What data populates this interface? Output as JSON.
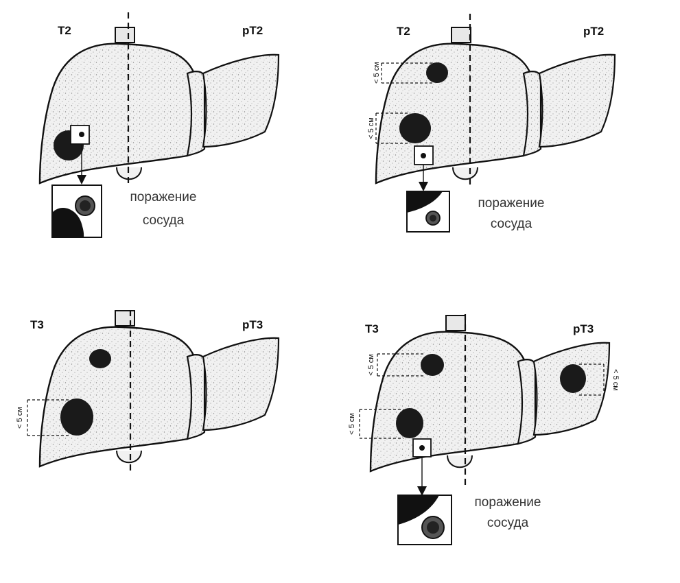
{
  "panels": [
    {
      "left_label": "T2",
      "right_label": "pT2",
      "measurements": [],
      "caption_lines": [
        "поражение",
        "сосуда"
      ]
    },
    {
      "left_label": "T2",
      "right_label": "pT2",
      "measurements": [
        "< 5 см",
        "< 5 см"
      ],
      "caption_lines": [
        "поражение",
        "сосуда"
      ]
    },
    {
      "left_label": "T3",
      "right_label": "pT3",
      "measurements": [
        "< 5 см"
      ],
      "caption_lines": []
    },
    {
      "left_label": "T3",
      "right_label": "pT3",
      "measurements": [
        "< 5 см",
        "< 5 см",
        "< 5 см"
      ],
      "caption_lines": [
        "поражение",
        "сосуда"
      ]
    }
  ]
}
